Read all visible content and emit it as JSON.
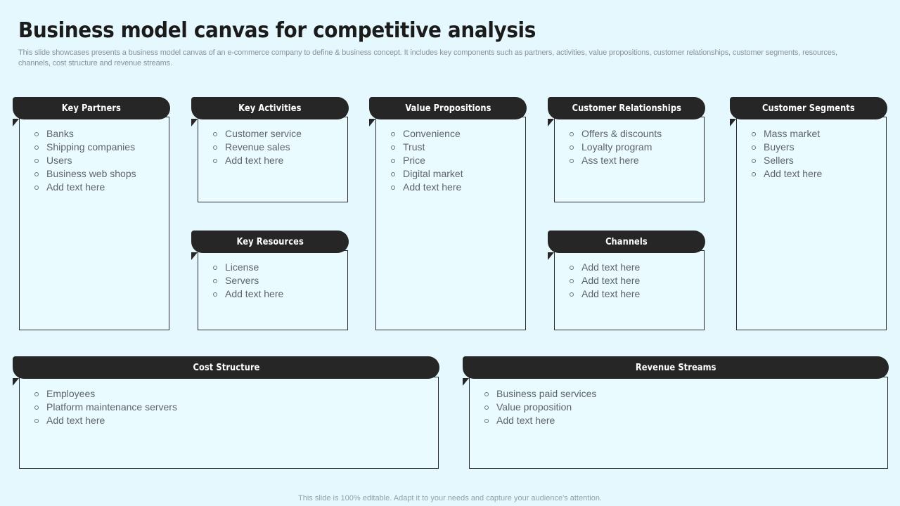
{
  "slide": {
    "title": "Business model canvas for competitive analysis",
    "subtitle": "This slide showcases presents a business model canvas of an e-commerce company to define &  business concept. It includes key components such as partners, activities, value propositions, customer relationships, customer segments, resources, channels, cost structure and revenue streams.",
    "footer": "This slide is 100% editable. Adapt it to your needs and capture your audience's attention.",
    "background_color": "#e4f8fd",
    "header_color": "#262626",
    "body_color": "#e9fbff",
    "text_color": "#5e6467"
  },
  "blocks": [
    {
      "id": "key-partners",
      "title": "Key Partners",
      "items": [
        "Banks",
        "Shipping companies",
        "Users",
        "Business web shops",
        "Add text here"
      ]
    },
    {
      "id": "key-activities",
      "title": "Key Activities",
      "items": [
        "Customer service",
        "Revenue  sales",
        "Add text here"
      ]
    },
    {
      "id": "key-resources",
      "title": "Key Resources",
      "items": [
        "License",
        "Servers",
        "Add text here"
      ]
    },
    {
      "id": "value-propositions",
      "title": "Value Propositions",
      "items": [
        "Convenience",
        "Trust",
        "Price",
        "Digital market",
        "Add text here"
      ]
    },
    {
      "id": "customer-relationships",
      "title": "Customer Relationships",
      "items": [
        "Offers & discounts",
        "Loyalty  program",
        "Ass text here"
      ]
    },
    {
      "id": "channels",
      "title": "Channels",
      "items": [
        "Add text here",
        "Add text here",
        "Add text here"
      ]
    },
    {
      "id": "customer-segments",
      "title": "Customer Segments",
      "items": [
        "Mass market",
        "Buyers",
        "Sellers",
        "Add text here"
      ]
    },
    {
      "id": "cost-structure",
      "title": "Cost Structure",
      "items": [
        "Employees",
        "Platform maintenance  servers",
        "Add text here"
      ]
    },
    {
      "id": "revenue-streams",
      "title": "Revenue Streams",
      "items": [
        "Business paid services",
        "Value proposition",
        "Add text here"
      ]
    }
  ]
}
